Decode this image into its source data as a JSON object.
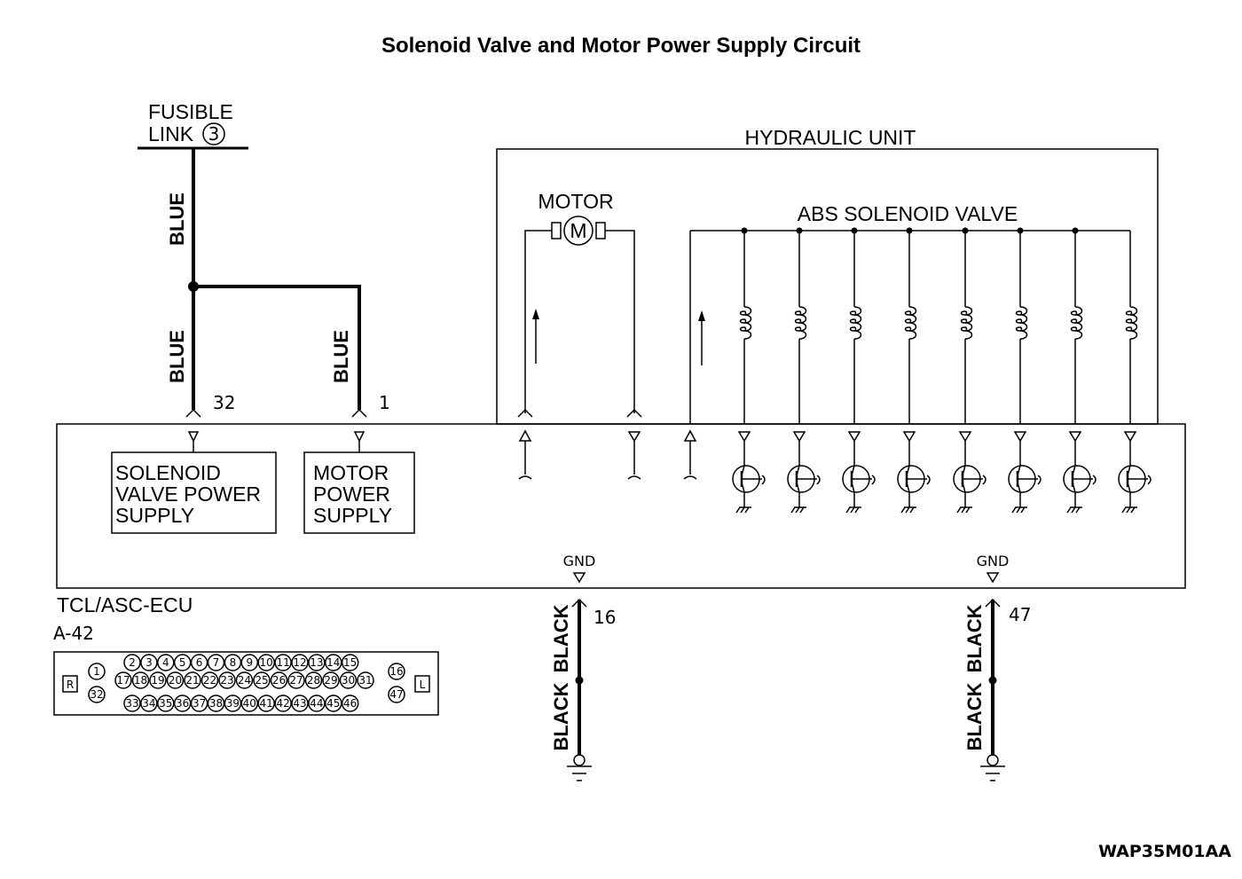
{
  "title": "Solenoid Valve and Motor Power Supply Circuit",
  "fusible_link": {
    "line1": "FUSIBLE",
    "line2": "LINK",
    "number": "3"
  },
  "wires": {
    "blue": "BLUE",
    "black": "BLACK"
  },
  "pins": {
    "sv_power": "32",
    "motor_power": "1",
    "gnd_a": "16",
    "gnd_b": "47"
  },
  "hydraulic_unit": {
    "label": "HYDRAULIC UNIT",
    "motor": "MOTOR",
    "motor_symbol": "M",
    "abs_valve": "ABS SOLENOID VALVE"
  },
  "ecu": {
    "label": "TCL/ASC-ECU",
    "sv_box": [
      "SOLENOID",
      "VALVE POWER",
      "SUPPLY"
    ],
    "motor_box": [
      "MOTOR",
      "POWER",
      "SUPPLY"
    ],
    "gnd": "GND"
  },
  "connector": {
    "id": "A-42",
    "left_tag": "R",
    "right_tag": "L",
    "left_pins": [
      "1",
      "32"
    ],
    "right_pins": [
      "16",
      "47"
    ],
    "row1": [
      "2",
      "3",
      "4",
      "5",
      "6",
      "7",
      "8",
      "9",
      "10",
      "11",
      "12",
      "13",
      "14",
      "15"
    ],
    "row2": [
      "17",
      "18",
      "19",
      "20",
      "21",
      "22",
      "23",
      "24",
      "25",
      "26",
      "27",
      "28",
      "29",
      "30",
      "31"
    ],
    "row3": [
      "33",
      "34",
      "35",
      "36",
      "37",
      "38",
      "39",
      "40",
      "41",
      "42",
      "43",
      "44",
      "45",
      "46"
    ]
  },
  "code": "WAP35M01AA"
}
